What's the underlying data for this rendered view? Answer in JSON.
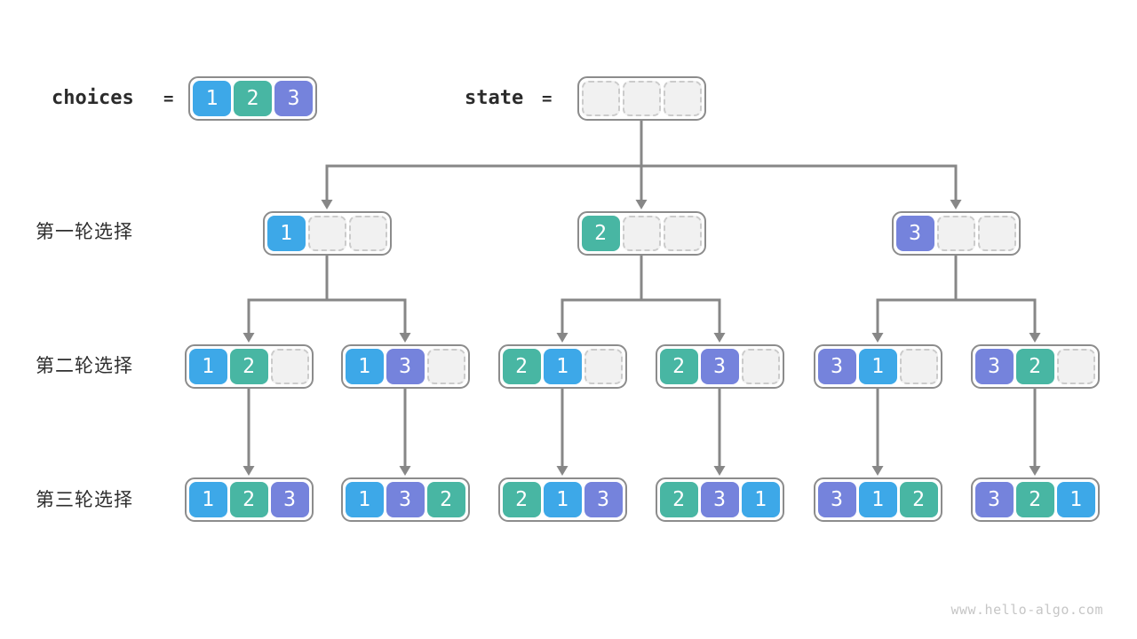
{
  "page": {
    "watermark": "www.hello-algo.com",
    "background": "#ffffff"
  },
  "colors": {
    "1": "#3da8e8",
    "2": "#48b6a3",
    "3": "#7583dc",
    "empty_fill": "#f1f1f1",
    "empty_border": "#cbcbcb",
    "box_border": "#8c8c8c",
    "arrow": "#878787",
    "text": "#2e2e2e"
  },
  "header": {
    "choices": {
      "label": "choices",
      "equals": "=",
      "cells": [
        "1",
        "2",
        "3"
      ]
    },
    "state": {
      "label": "state",
      "equals": "=",
      "cells": [
        null,
        null,
        null
      ]
    }
  },
  "rows": [
    {
      "label": "第一轮选择",
      "boxes": [
        [
          "1",
          null,
          null
        ],
        [
          "2",
          null,
          null
        ],
        [
          "3",
          null,
          null
        ]
      ]
    },
    {
      "label": "第二轮选择",
      "boxes": [
        [
          "1",
          "2",
          null
        ],
        [
          "1",
          "3",
          null
        ],
        [
          "2",
          "1",
          null
        ],
        [
          "2",
          "3",
          null
        ],
        [
          "3",
          "1",
          null
        ],
        [
          "3",
          "2",
          null
        ]
      ]
    },
    {
      "label": "第三轮选择",
      "boxes": [
        [
          "1",
          "2",
          "3"
        ],
        [
          "1",
          "3",
          "2"
        ],
        [
          "2",
          "1",
          "3"
        ],
        [
          "2",
          "3",
          "1"
        ],
        [
          "3",
          "1",
          "2"
        ],
        [
          "3",
          "2",
          "1"
        ]
      ]
    }
  ]
}
